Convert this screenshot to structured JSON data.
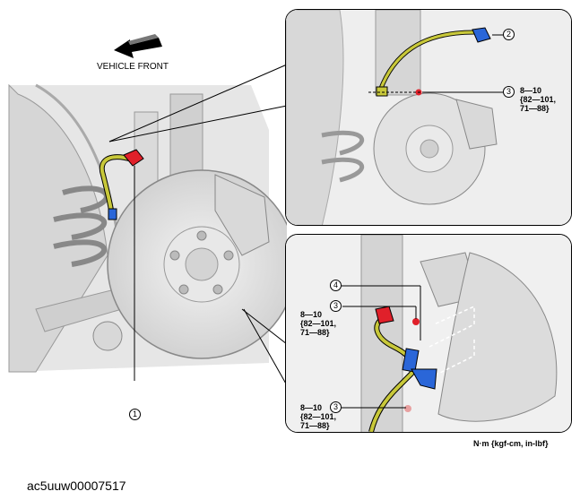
{
  "direction": {
    "label": "VEHICLE FRONT"
  },
  "callouts": {
    "c1": "1",
    "c2": "2",
    "c3": "3",
    "c4": "4"
  },
  "torque": {
    "line1": "8—10",
    "line2": "{82—101,",
    "line3": "71—88}"
  },
  "units": "N·m {kgf-cm, in-lbf}",
  "document_id": "ac5uuw00007517",
  "colors": {
    "brake_hose": "#c8c83a",
    "fitting_red": "#e0202a",
    "clip_blue": "#2a66d8",
    "outline": "#000000"
  }
}
